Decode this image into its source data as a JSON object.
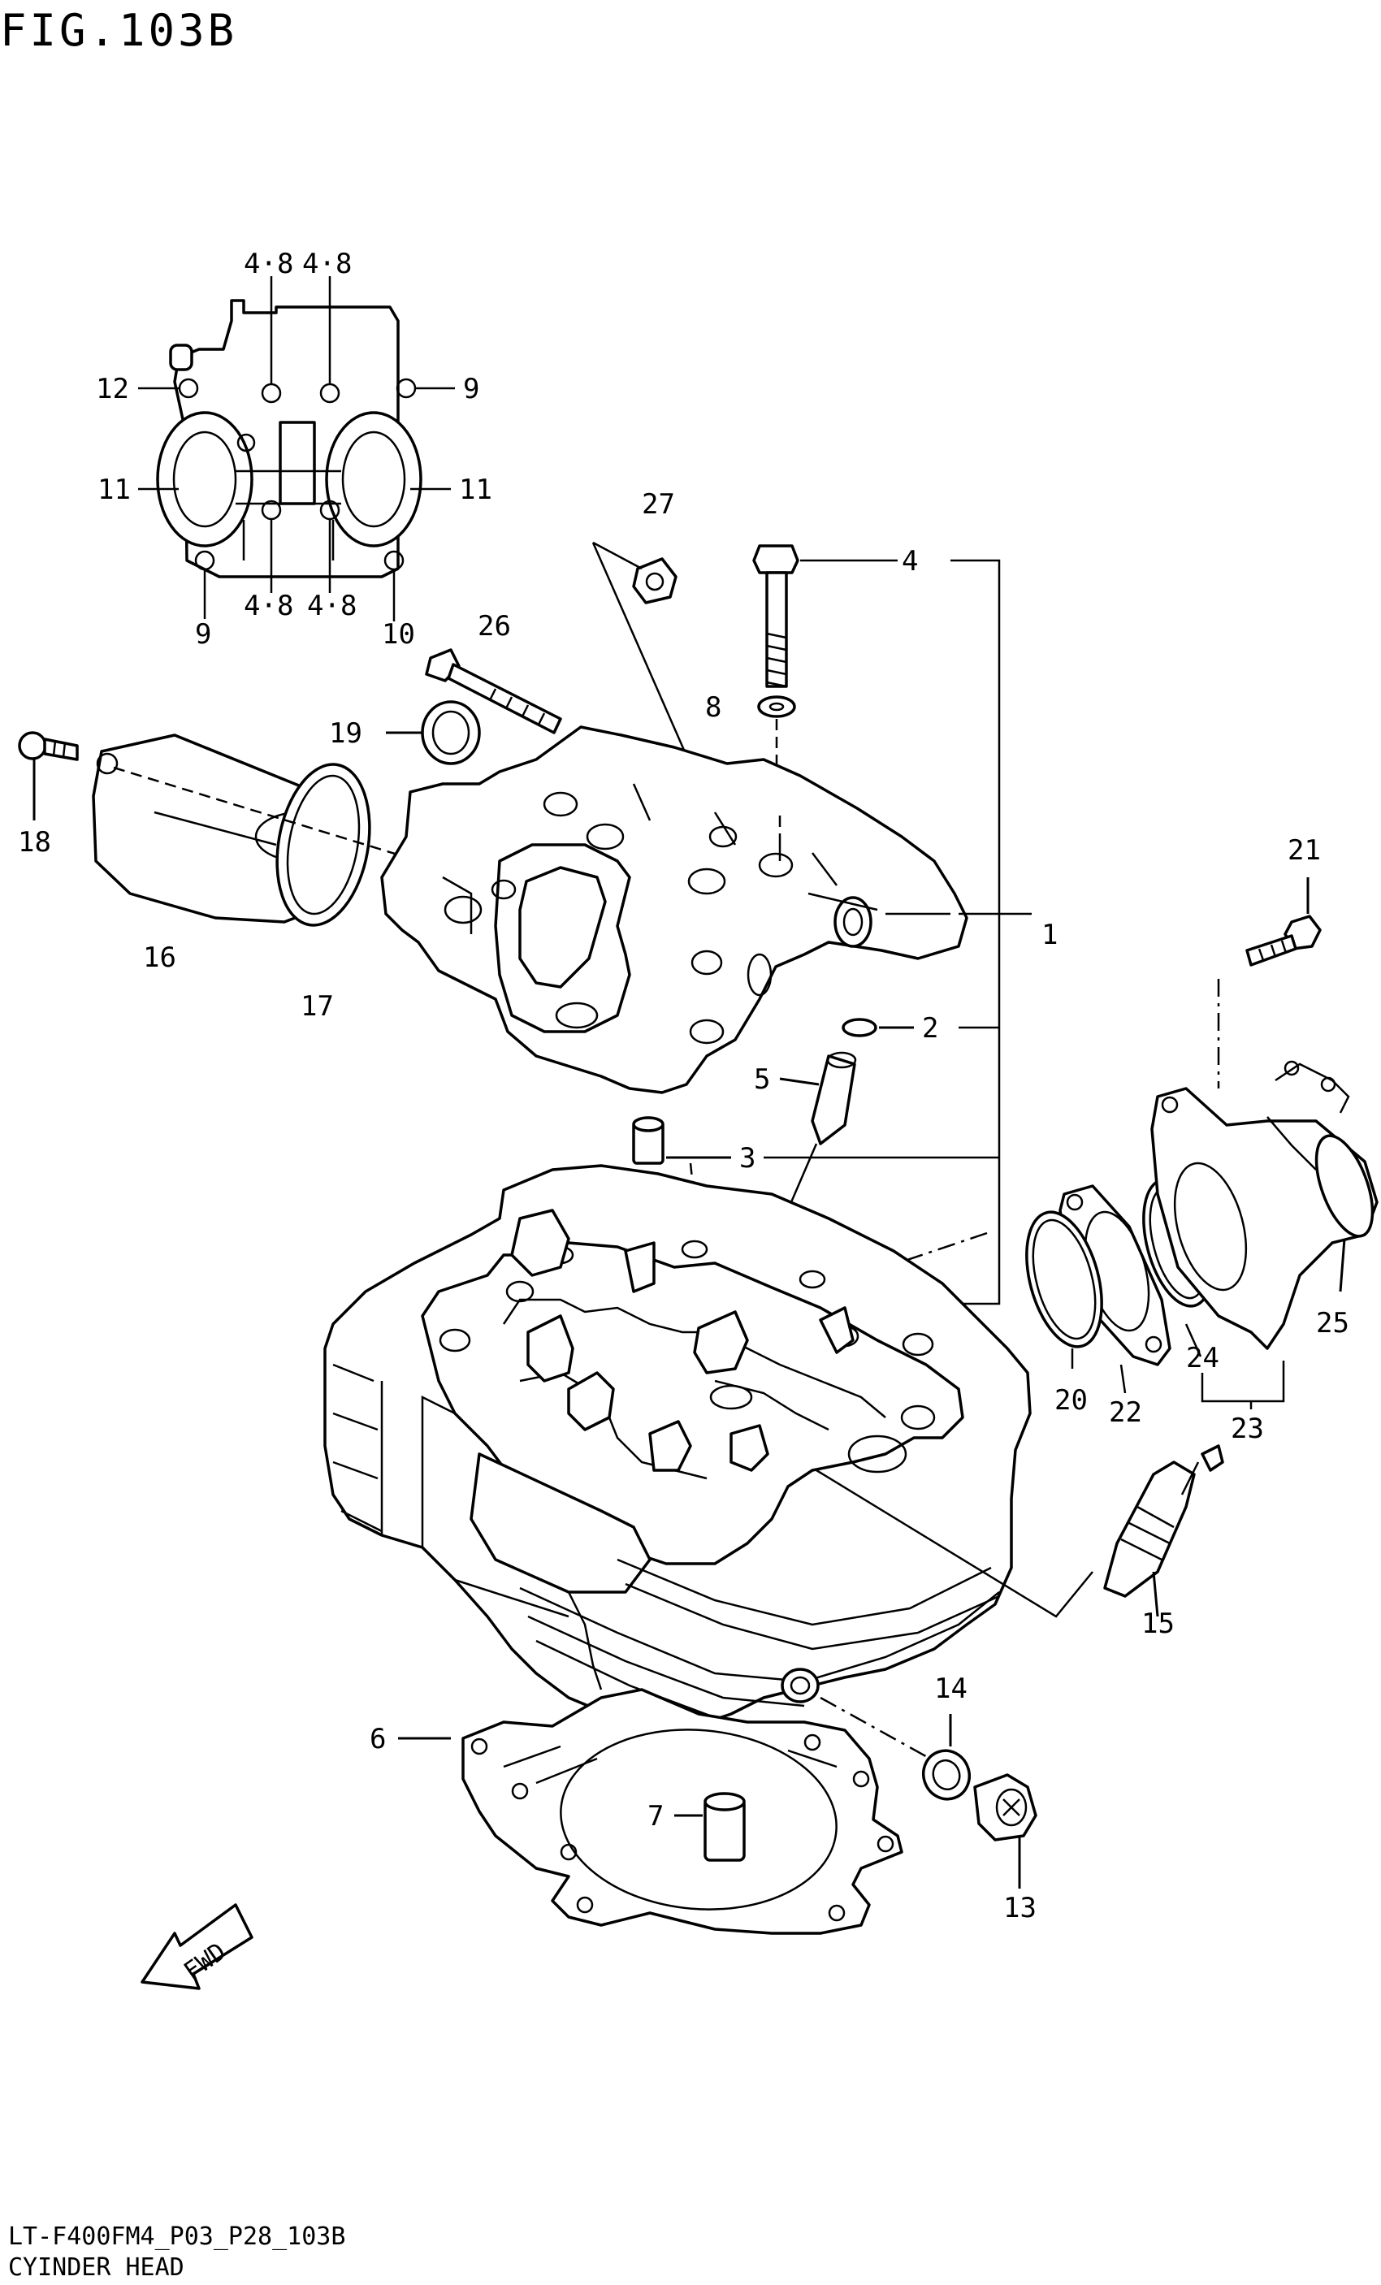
{
  "figure": {
    "title": "FIG.103B",
    "code": "LT-F400FM4_P03_P28_103B",
    "name": "CYINDER HEAD"
  },
  "fwd_label": "FWD",
  "callouts": [
    {
      "id": "c48a",
      "label": "4·8"
    },
    {
      "id": "c48b",
      "label": "4·8"
    },
    {
      "id": "c12",
      "label": "12"
    },
    {
      "id": "c9a",
      "label": "9"
    },
    {
      "id": "c11a",
      "label": "11"
    },
    {
      "id": "c11b",
      "label": "11"
    },
    {
      "id": "c9b",
      "label": "9"
    },
    {
      "id": "c48c",
      "label": "4·8"
    },
    {
      "id": "c48d",
      "label": "4·8"
    },
    {
      "id": "c10",
      "label": "10"
    },
    {
      "id": "c27",
      "label": "27"
    },
    {
      "id": "c4",
      "label": "4"
    },
    {
      "id": "c26",
      "label": "26"
    },
    {
      "id": "c8",
      "label": "8"
    },
    {
      "id": "c19",
      "label": "19"
    },
    {
      "id": "c18",
      "label": "18"
    },
    {
      "id": "c16",
      "label": "16"
    },
    {
      "id": "c17",
      "label": "17"
    },
    {
      "id": "c1",
      "label": "1"
    },
    {
      "id": "c21",
      "label": "21"
    },
    {
      "id": "c2",
      "label": "2"
    },
    {
      "id": "c5",
      "label": "5"
    },
    {
      "id": "c3",
      "label": "3"
    },
    {
      "id": "c25",
      "label": "25"
    },
    {
      "id": "c24",
      "label": "24"
    },
    {
      "id": "c20",
      "label": "20"
    },
    {
      "id": "c22",
      "label": "22"
    },
    {
      "id": "c23",
      "label": "23"
    },
    {
      "id": "c15",
      "label": "15"
    },
    {
      "id": "c14",
      "label": "14"
    },
    {
      "id": "c6",
      "label": "6"
    },
    {
      "id": "c7",
      "label": "7"
    },
    {
      "id": "c13",
      "label": "13"
    }
  ]
}
